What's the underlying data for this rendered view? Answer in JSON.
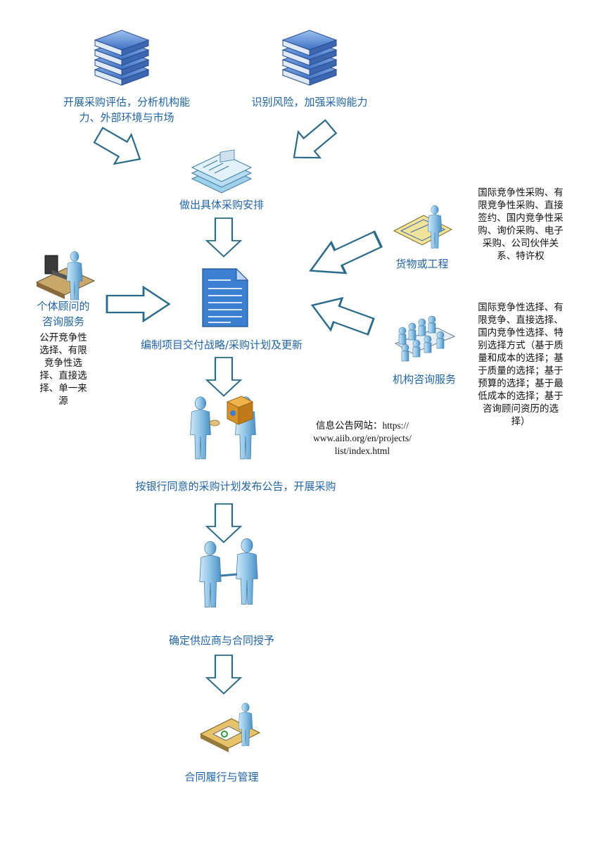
{
  "nodes": {
    "assess": [
      "开展采购评估，分析机构能",
      "力、外部环境与市场"
    ],
    "risk": [
      "识别风险，加强采购能力"
    ],
    "arrange": [
      "做出具体采购安排"
    ],
    "strategy": [
      "编制项目交付战略/采购计划及更新"
    ],
    "individual": [
      "个体顾问的",
      "咨询服务"
    ],
    "goods": [
      "货物或工程"
    ],
    "firm": [
      "机构咨询服务"
    ],
    "notice": [
      "按银行同意的采购计划发布公告，开展采购"
    ],
    "award": [
      "确定供应商与合同授予"
    ],
    "manage": [
      "合同履行与管理"
    ]
  },
  "notes": {
    "individual_methods": [
      "公开竞争性",
      "选择、有限",
      "竞争性选",
      "择、直接选",
      "择、单一来",
      "源"
    ],
    "goods_methods": [
      "国际竞争性采购、有",
      "限竞争性采购、直接",
      "签约、国内竞争性采",
      "购、询价采购、电子",
      "采购、公司伙伴关",
      "系、特许权"
    ],
    "firm_methods": [
      "国际竞争性选择、有",
      "限竞争、直接选择、",
      "国内竞争性选择、特",
      "别选择方式（基于质",
      "量和成本的选择；基",
      "于质量的选择；基于",
      "预算的选择；基于最",
      "低成本的选择；基于",
      "咨询顾问资历的选",
      "择）"
    ],
    "website": [
      "信息公告网站：https://",
      "www.aiib.org/en/projects/",
      "list/index.html"
    ]
  },
  "colors": {
    "label": "#1f63a6",
    "arrow_stroke": "#2a6a8a",
    "book_blue": "#5b8fd8",
    "person": "#8ec3e6",
    "document": "#3a7fd0"
  },
  "icons": [
    "books-icon",
    "books-icon",
    "documents-icon",
    "document-icon",
    "person-at-computer-icon",
    "person-with-blueprint-icon",
    "meeting-table-icon",
    "delivery-handover-icon",
    "handshake-icon",
    "contract-signing-icon"
  ]
}
